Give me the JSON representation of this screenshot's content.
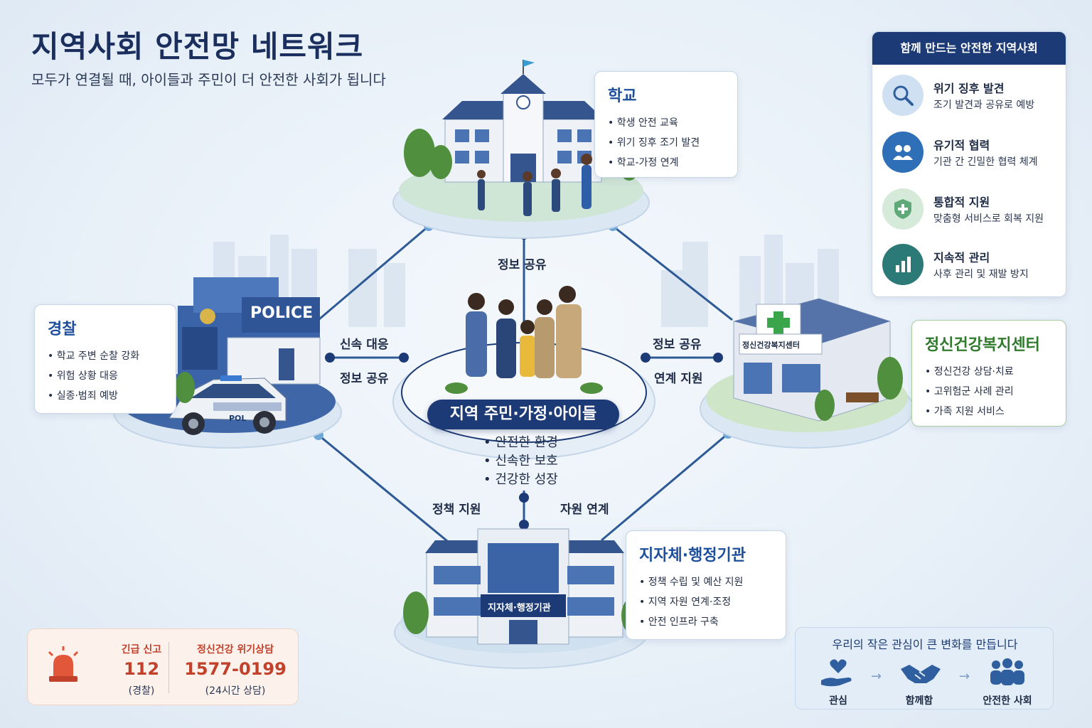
{
  "header": {
    "title": "지역사회 안전망 네트워크",
    "subtitle": "모두가 연결될 때, 아이들과 주민이 더 안전한 사회가 됩니다"
  },
  "nodes": {
    "school": {
      "title": "학교",
      "items": [
        "학생 안전 교육",
        "위기 징후 조기 발견",
        "학교-가정 연계"
      ]
    },
    "police": {
      "title": "경찰",
      "sign": "POLICE",
      "car_text": "POL",
      "items": [
        "학교 주변 순찰 강화",
        "위험 상황 대응",
        "실종·범죄 예방"
      ]
    },
    "mental_health": {
      "title": "정신건강복지센터",
      "sign": "정신건강복지센터",
      "items": [
        "정신건강 상담·치료",
        "고위험군 사례 관리",
        "가족 지원 서비스"
      ]
    },
    "government": {
      "title": "지자체·행정기관",
      "sign": "지자체·행정기관",
      "items": [
        "정책 수립 및 예산 지원",
        "지역 자원 연계·조정",
        "안전 인프라 구축"
      ]
    },
    "center": {
      "title": "지역 주민·가정·아이들",
      "items": [
        "안전한 환경",
        "신속한 보호",
        "건강한 성장"
      ]
    }
  },
  "edges": {
    "school_center": "정보 공유",
    "police_top": "신속 대응",
    "police_bottom": "정보 공유",
    "mental_top": "정보 공유",
    "mental_bottom": "연계 지원",
    "gov_left": "정책 지원",
    "gov_right": "자원 연계"
  },
  "panel": {
    "title": "함께 만드는 안전한 지역사회",
    "items": [
      {
        "title": "위기 징후 발견",
        "desc": "조기 발견과 공유로 예방",
        "icon": "magnifier-icon",
        "color": "#5b8fc9"
      },
      {
        "title": "유기적 협력",
        "desc": "기관 간 긴밀한 협력 체계",
        "icon": "people-icon",
        "color": "#2f6fb8"
      },
      {
        "title": "통합적 지원",
        "desc": "맞춤형 서비스로 회복 지원",
        "icon": "shield-plus-icon",
        "color": "#5fa877"
      },
      {
        "title": "지속적 관리",
        "desc": "사후 관리 및 재발 방지",
        "icon": "bar-chart-icon",
        "color": "#2c7a78"
      }
    ]
  },
  "emergency": {
    "left": {
      "label": "긴급 신고",
      "number": "112",
      "sub": "(경찰)"
    },
    "right": {
      "label": "정신건강 위기상담",
      "number": "1577-0199",
      "sub": "(24시간 상담)"
    }
  },
  "strip": {
    "heading": "우리의 작은 관심이 큰 변화를 만듭니다",
    "steps": [
      "관심",
      "함께함",
      "안전한 사회"
    ]
  },
  "colors": {
    "navy": "#1c3a75",
    "line": "#2d5a96",
    "alert": "#c2412b",
    "green_title": "#2f7a2c"
  }
}
